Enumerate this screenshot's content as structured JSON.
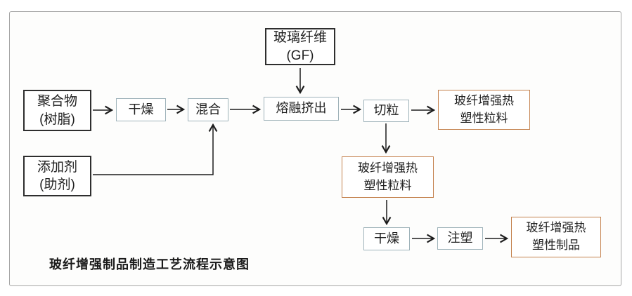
{
  "diagram": {
    "caption": "玻纤增强制品制造工艺流程示意图",
    "nodes": {
      "glass_fiber": {
        "line1": "玻璃纤维",
        "line2": "(GF)"
      },
      "polymer": {
        "line1": "聚合物",
        "line2": "(树脂)"
      },
      "drying1": {
        "label": "干燥"
      },
      "mixing": {
        "label": "混合"
      },
      "melt_extrusion": {
        "label": "熔融挤出"
      },
      "pelletizing": {
        "label": "切粒"
      },
      "pellets_out1": {
        "line1": "玻纤增强热",
        "line2": "塑性粒料"
      },
      "additive": {
        "line1": "添加剂",
        "line2": "(助剂)"
      },
      "pellets_out2": {
        "line1": "玻纤增强热",
        "line2": "塑性粒料"
      },
      "drying2": {
        "label": "干燥"
      },
      "injection_molding": {
        "label": "注塑"
      },
      "final_product": {
        "line1": "玻纤增强热",
        "line2": "塑性制品"
      }
    },
    "colors": {
      "black_box_border": "#2e2e2e",
      "gray_box_border": "#9fb3ba",
      "orange_box_border": "#c4814d",
      "arrow_line": "#1c1c1c",
      "outer_frame": "#a6a6a6"
    }
  }
}
